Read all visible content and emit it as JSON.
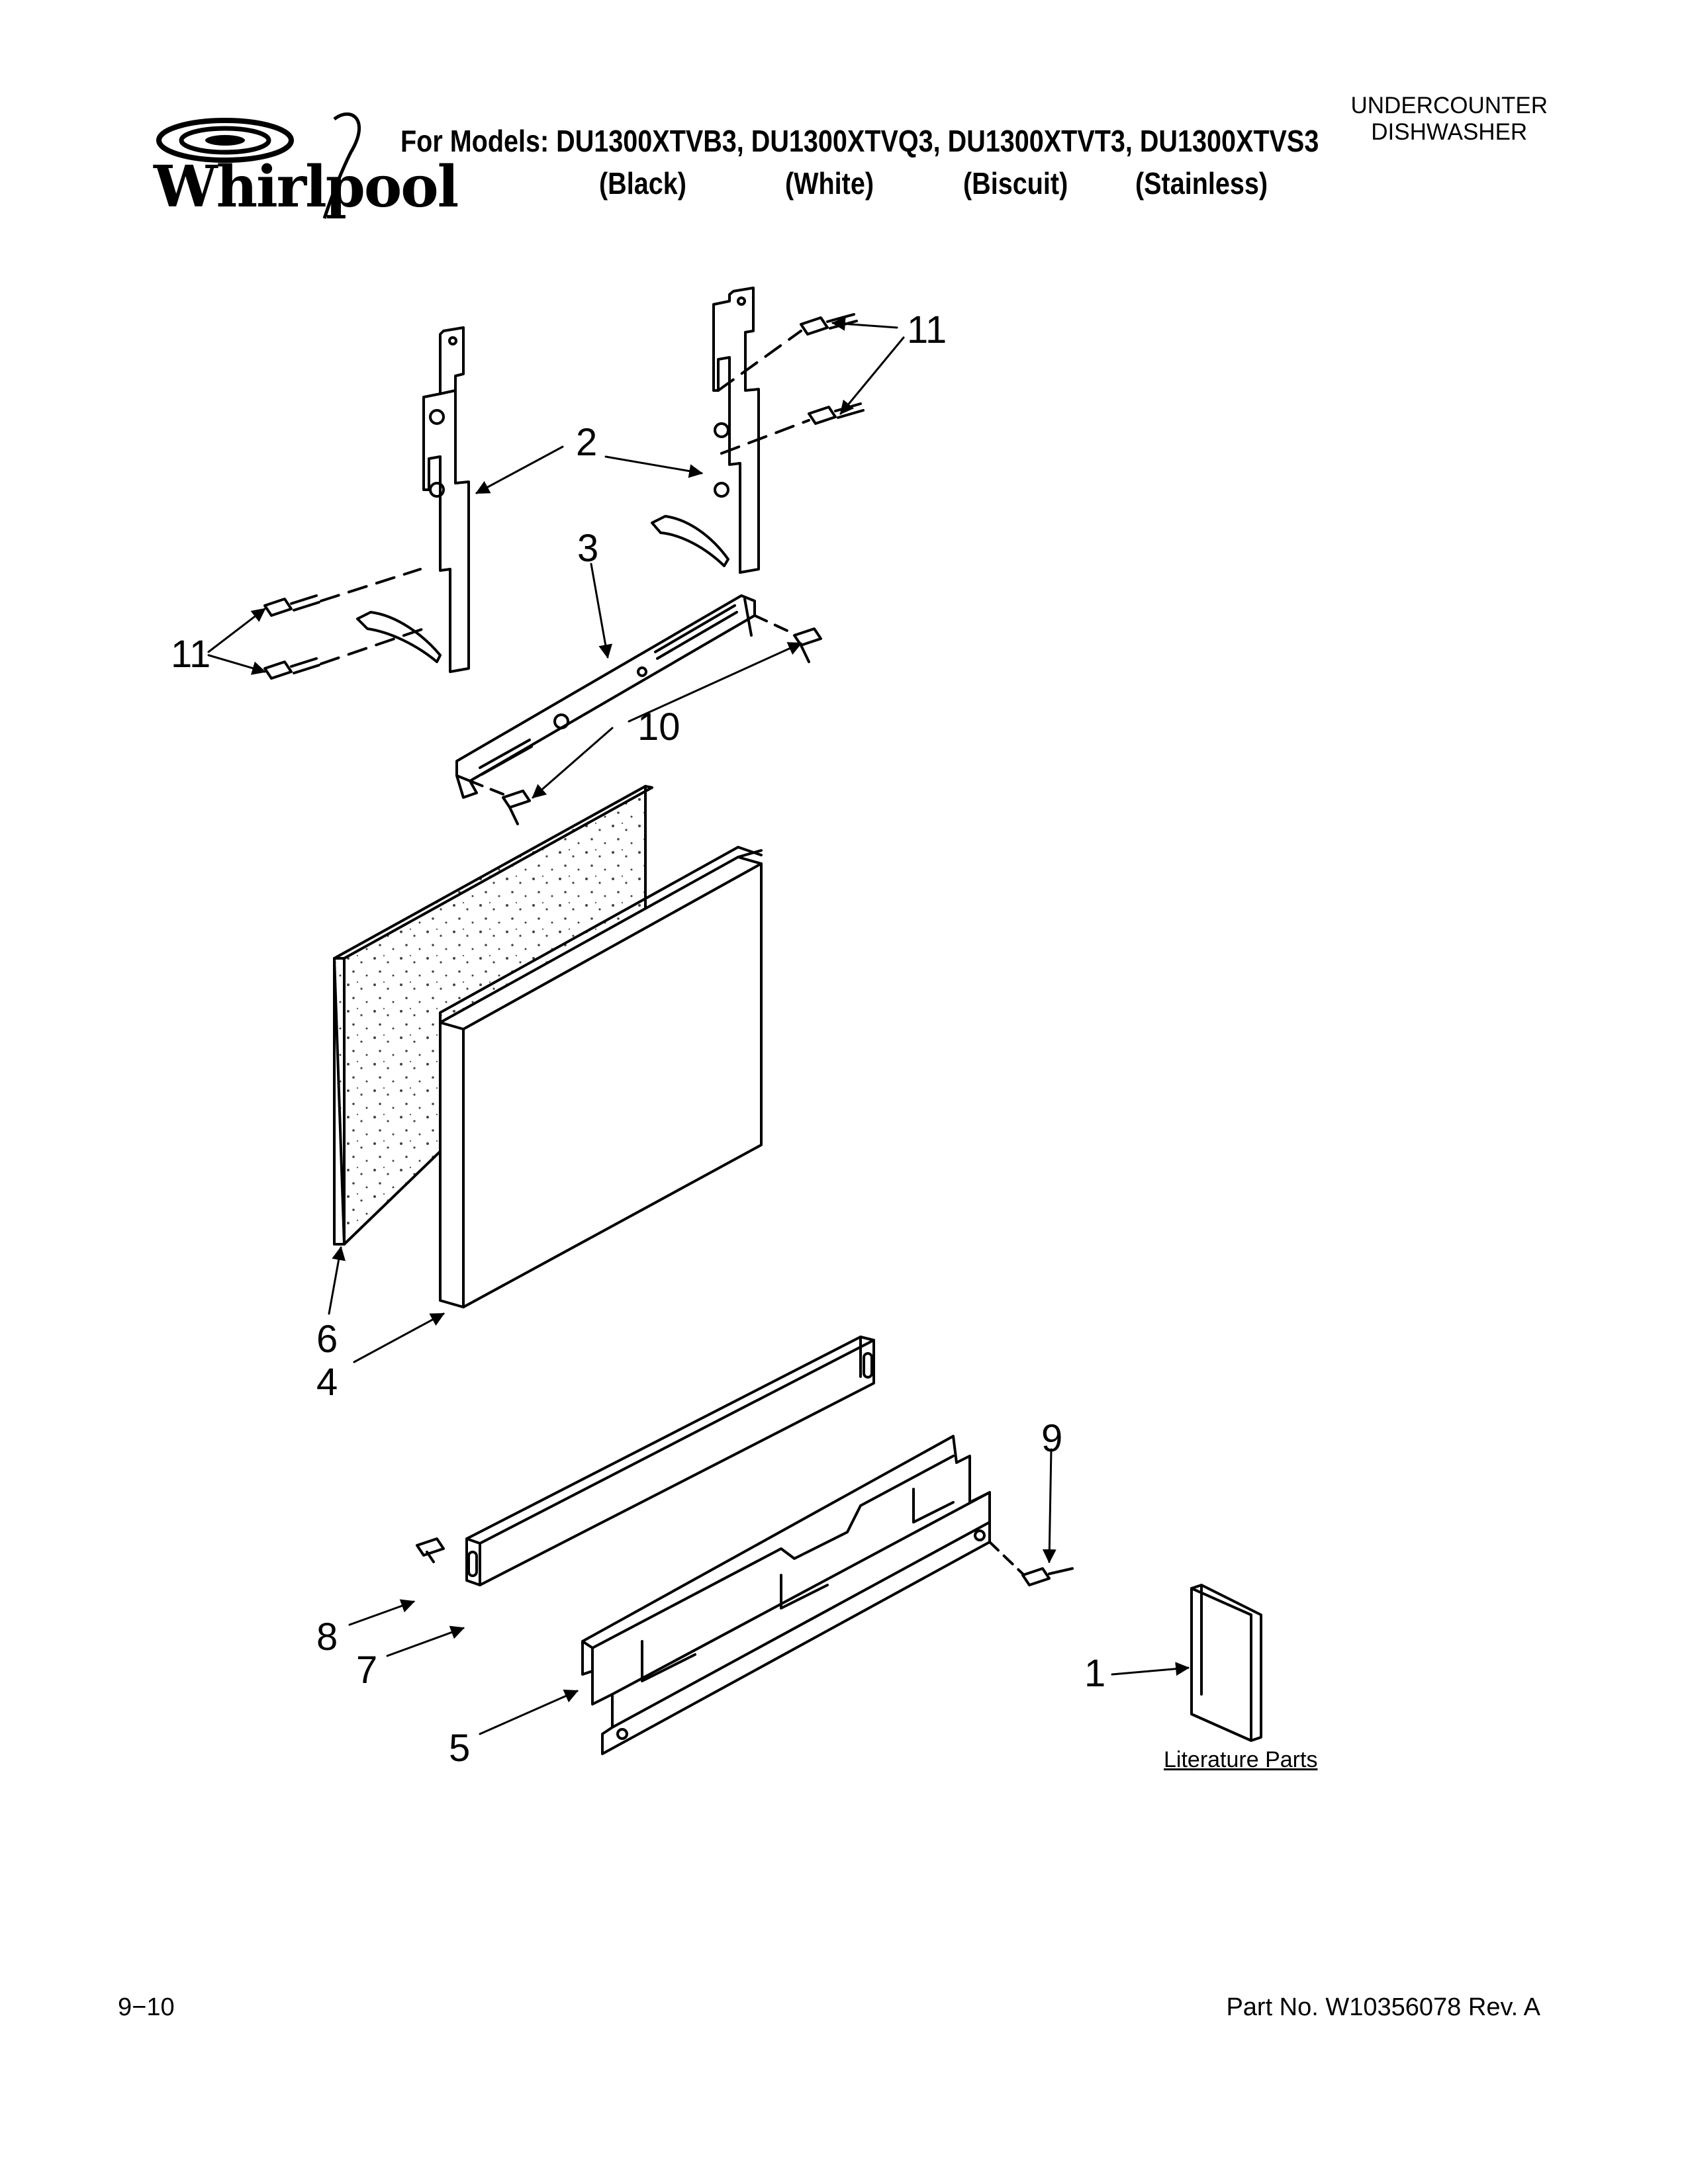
{
  "header": {
    "brand": "Whirlpool",
    "models_line": "For Models: DU1300XTVB3, DU1300XTVQ3, DU1300XTVT3, DU1300XTVS3",
    "colors": [
      "(Black)",
      "(White)",
      "(Biscuit)",
      "(Stainless)"
    ],
    "doc_type_line1": "UNDERCOUNTER",
    "doc_type_line2": "DISHWASHER"
  },
  "callouts": {
    "c1": "1",
    "c2": "2",
    "c3": "3",
    "c4": "4",
    "c5": "5",
    "c6": "6",
    "c7": "7",
    "c8": "8",
    "c9": "9",
    "c10": "10",
    "c11a": "11",
    "c11b": "11"
  },
  "literature_caption": "Literature Parts",
  "footer": {
    "page": "9−10",
    "part_number": "Part No. W10356078 Rev. A"
  }
}
